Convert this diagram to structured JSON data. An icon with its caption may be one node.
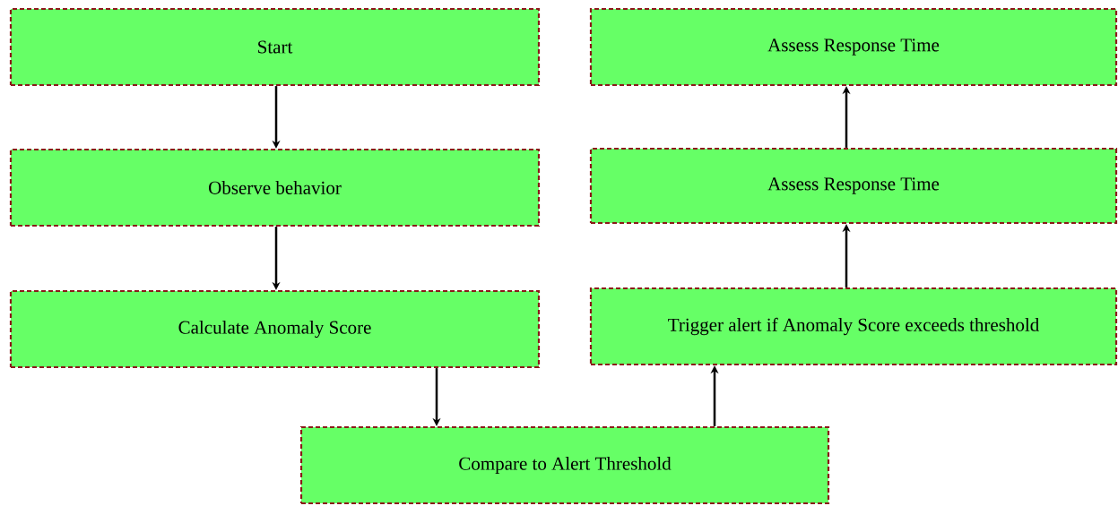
{
  "diagram": {
    "nodes": [
      {
        "text": [
          "Start"
        ]
      },
      {
        "text": [
          "Observe behavior"
        ]
      },
      {
        "text": [
          "Calculate Anomaly Score"
        ]
      },
      {
        "text": [
          "Compare to Alert Threshold"
        ]
      },
      {
        "text": [
          "Trigger alert if Anomaly Score exceeds threshold"
        ]
      },
      {
        "text": [
          "Assess Response Time"
        ]
      },
      {
        "text": [
          "Assess Response Time"
        ]
      }
    ],
    "edges": [
      {
        "from": 0,
        "to": 1,
        "arrow": "to"
      },
      {
        "from": 1,
        "to": 2,
        "arrow": "to"
      },
      {
        "from": 2,
        "to": 3,
        "arrow": "to"
      },
      {
        "from": 3,
        "to": 4,
        "arrow": "to"
      },
      {
        "from": 4,
        "to": 5,
        "arrow": "to"
      },
      {
        "from": 5,
        "to": 6,
        "arrow": "to"
      }
    ]
  }
}
